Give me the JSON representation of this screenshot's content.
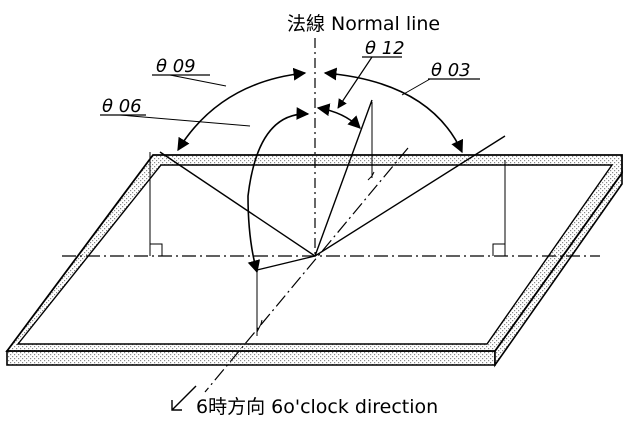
{
  "labels": {
    "normal_line": "法線 Normal line",
    "clock_direction": "6時方向 6o'clock direction",
    "angle_09": "θ 09",
    "angle_12": "θ 12",
    "angle_03": "θ 03",
    "angle_06": "θ 06"
  },
  "colors": {
    "ink": "#000000",
    "background": "#ffffff",
    "edge_stipple": "#bdbdbd"
  },
  "icons": {
    "direction_arrow": "diagonal-arrow-down-left-icon"
  }
}
